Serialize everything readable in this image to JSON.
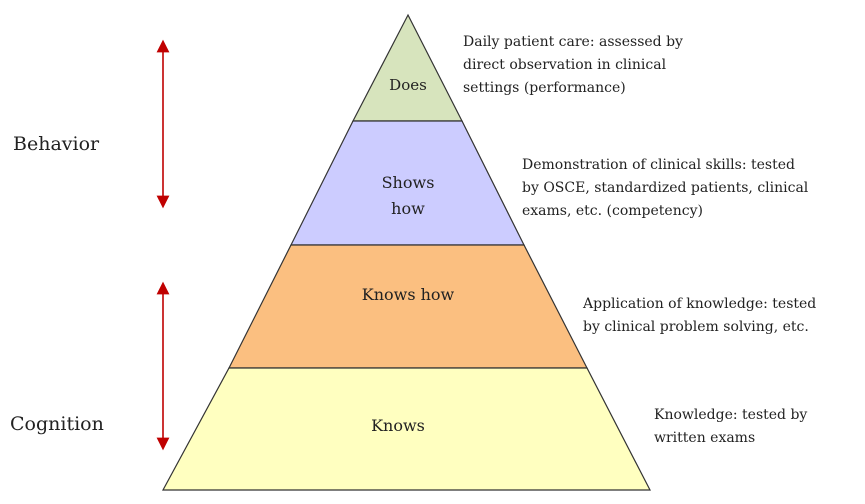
{
  "side_labels": {
    "behavior": "Behavior",
    "cognition": "Cognition"
  },
  "levels": [
    {
      "label": "Does",
      "description": "Daily patient care: assessed by\ndirect observation in clinical\nsettings (performance)",
      "color": "#d7e4bd"
    },
    {
      "label": "Shows\nhow",
      "description": "Demonstration of clinical skills: tested\nby OSCE, standardized patients, clinical\nexams, etc. (competency)",
      "color": "#ccccff"
    },
    {
      "label": "Knows how",
      "description": "Application of knowledge: tested\nby clinical problem solving, etc.",
      "color": "#fbbf80"
    },
    {
      "label": "Knows",
      "description": "Knowledge: tested by\nwritten exams",
      "color": "#ffffc0"
    }
  ],
  "arrow_color": "#c00000"
}
